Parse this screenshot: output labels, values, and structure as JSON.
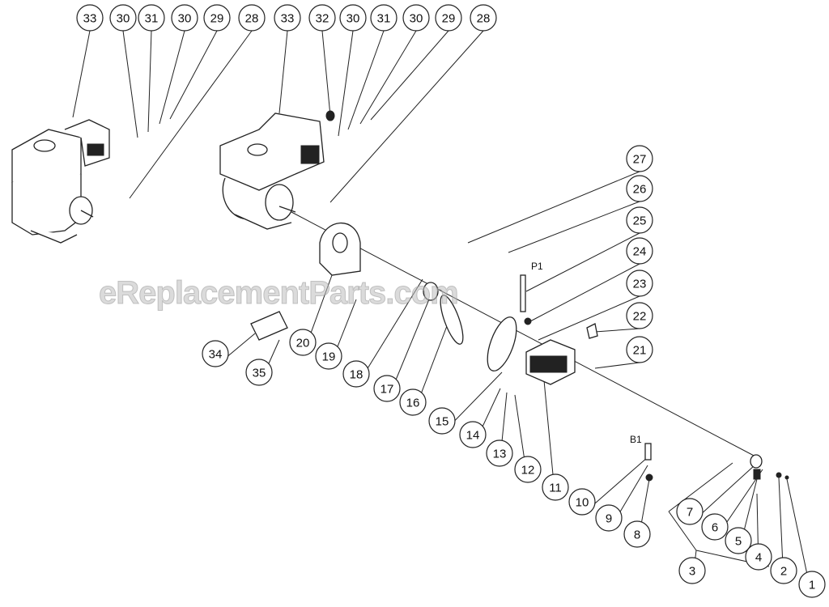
{
  "diagram": {
    "callouts": [
      "33",
      "30",
      "31",
      "30",
      "29",
      "28",
      "33",
      "32",
      "30",
      "31",
      "30",
      "29",
      "28",
      "27",
      "26",
      "25",
      "24",
      "23",
      "22",
      "21",
      "34",
      "35",
      "20",
      "19",
      "18",
      "17",
      "16",
      "15",
      "14",
      "13",
      "12",
      "11",
      "10",
      "9",
      "8",
      "7",
      "6",
      "5",
      "4",
      "3",
      "2",
      "1"
    ],
    "sub_labels": {
      "p1": "P1",
      "b1": "B1"
    },
    "watermark": "eReplacementParts.com",
    "line_color": "#222222"
  }
}
